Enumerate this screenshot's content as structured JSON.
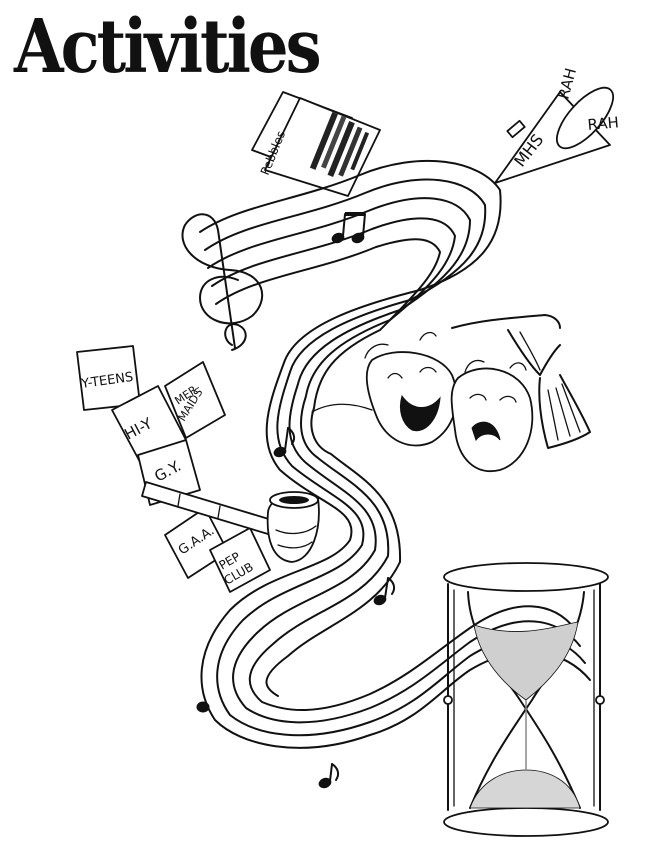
{
  "title": "Activities",
  "newspaper": {
    "name": "Pebbles"
  },
  "megaphone": {
    "label": "MHS",
    "cheer_1": "RAH",
    "cheer_2": "RAH"
  },
  "club_cards": [
    {
      "label": "Y-TEENS"
    },
    {
      "label": "HI-Y"
    },
    {
      "label_line1": "MER-",
      "label_line2": "MAIDS"
    },
    {
      "label": "G.Y."
    },
    {
      "label": "G.A.A."
    },
    {
      "label_line1": "PEP",
      "label_line2": "CLUB"
    }
  ]
}
